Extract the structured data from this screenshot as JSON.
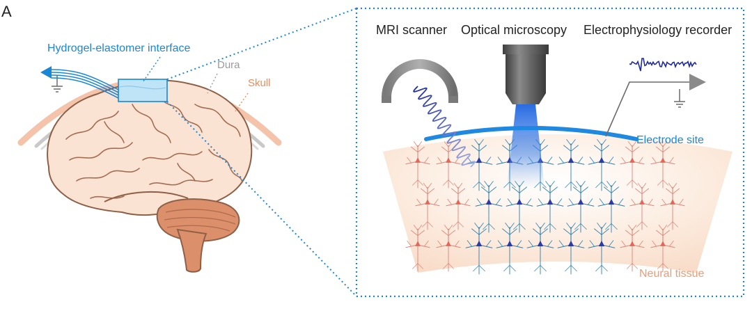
{
  "panel_letter": "A",
  "labels": {
    "hydrogel": "Hydrogel-elastomer interface",
    "dura": "Dura",
    "skull": "Skull",
    "mri": "MRI scanner",
    "optical": "Optical microscopy",
    "ephys": "Electrophysiology recorder",
    "electrode": "Electrode site",
    "neural": "Neural tissue"
  },
  "colors": {
    "blue": "#1a86d8",
    "skull": "#ef8b5a",
    "dura": "#9a9a9a",
    "brain_fill": "#fbe3d3",
    "brain_line": "#9c6a50",
    "cerebellum": "#dc8f6b",
    "neuron_red": "#e48276",
    "neuron_blue": "#2a7fb0",
    "soma_blue": "#2c3aa8",
    "tissue": "#fbe2cf",
    "mri_gray": "#8a8a8a",
    "trace": "#1f2a9c"
  }
}
